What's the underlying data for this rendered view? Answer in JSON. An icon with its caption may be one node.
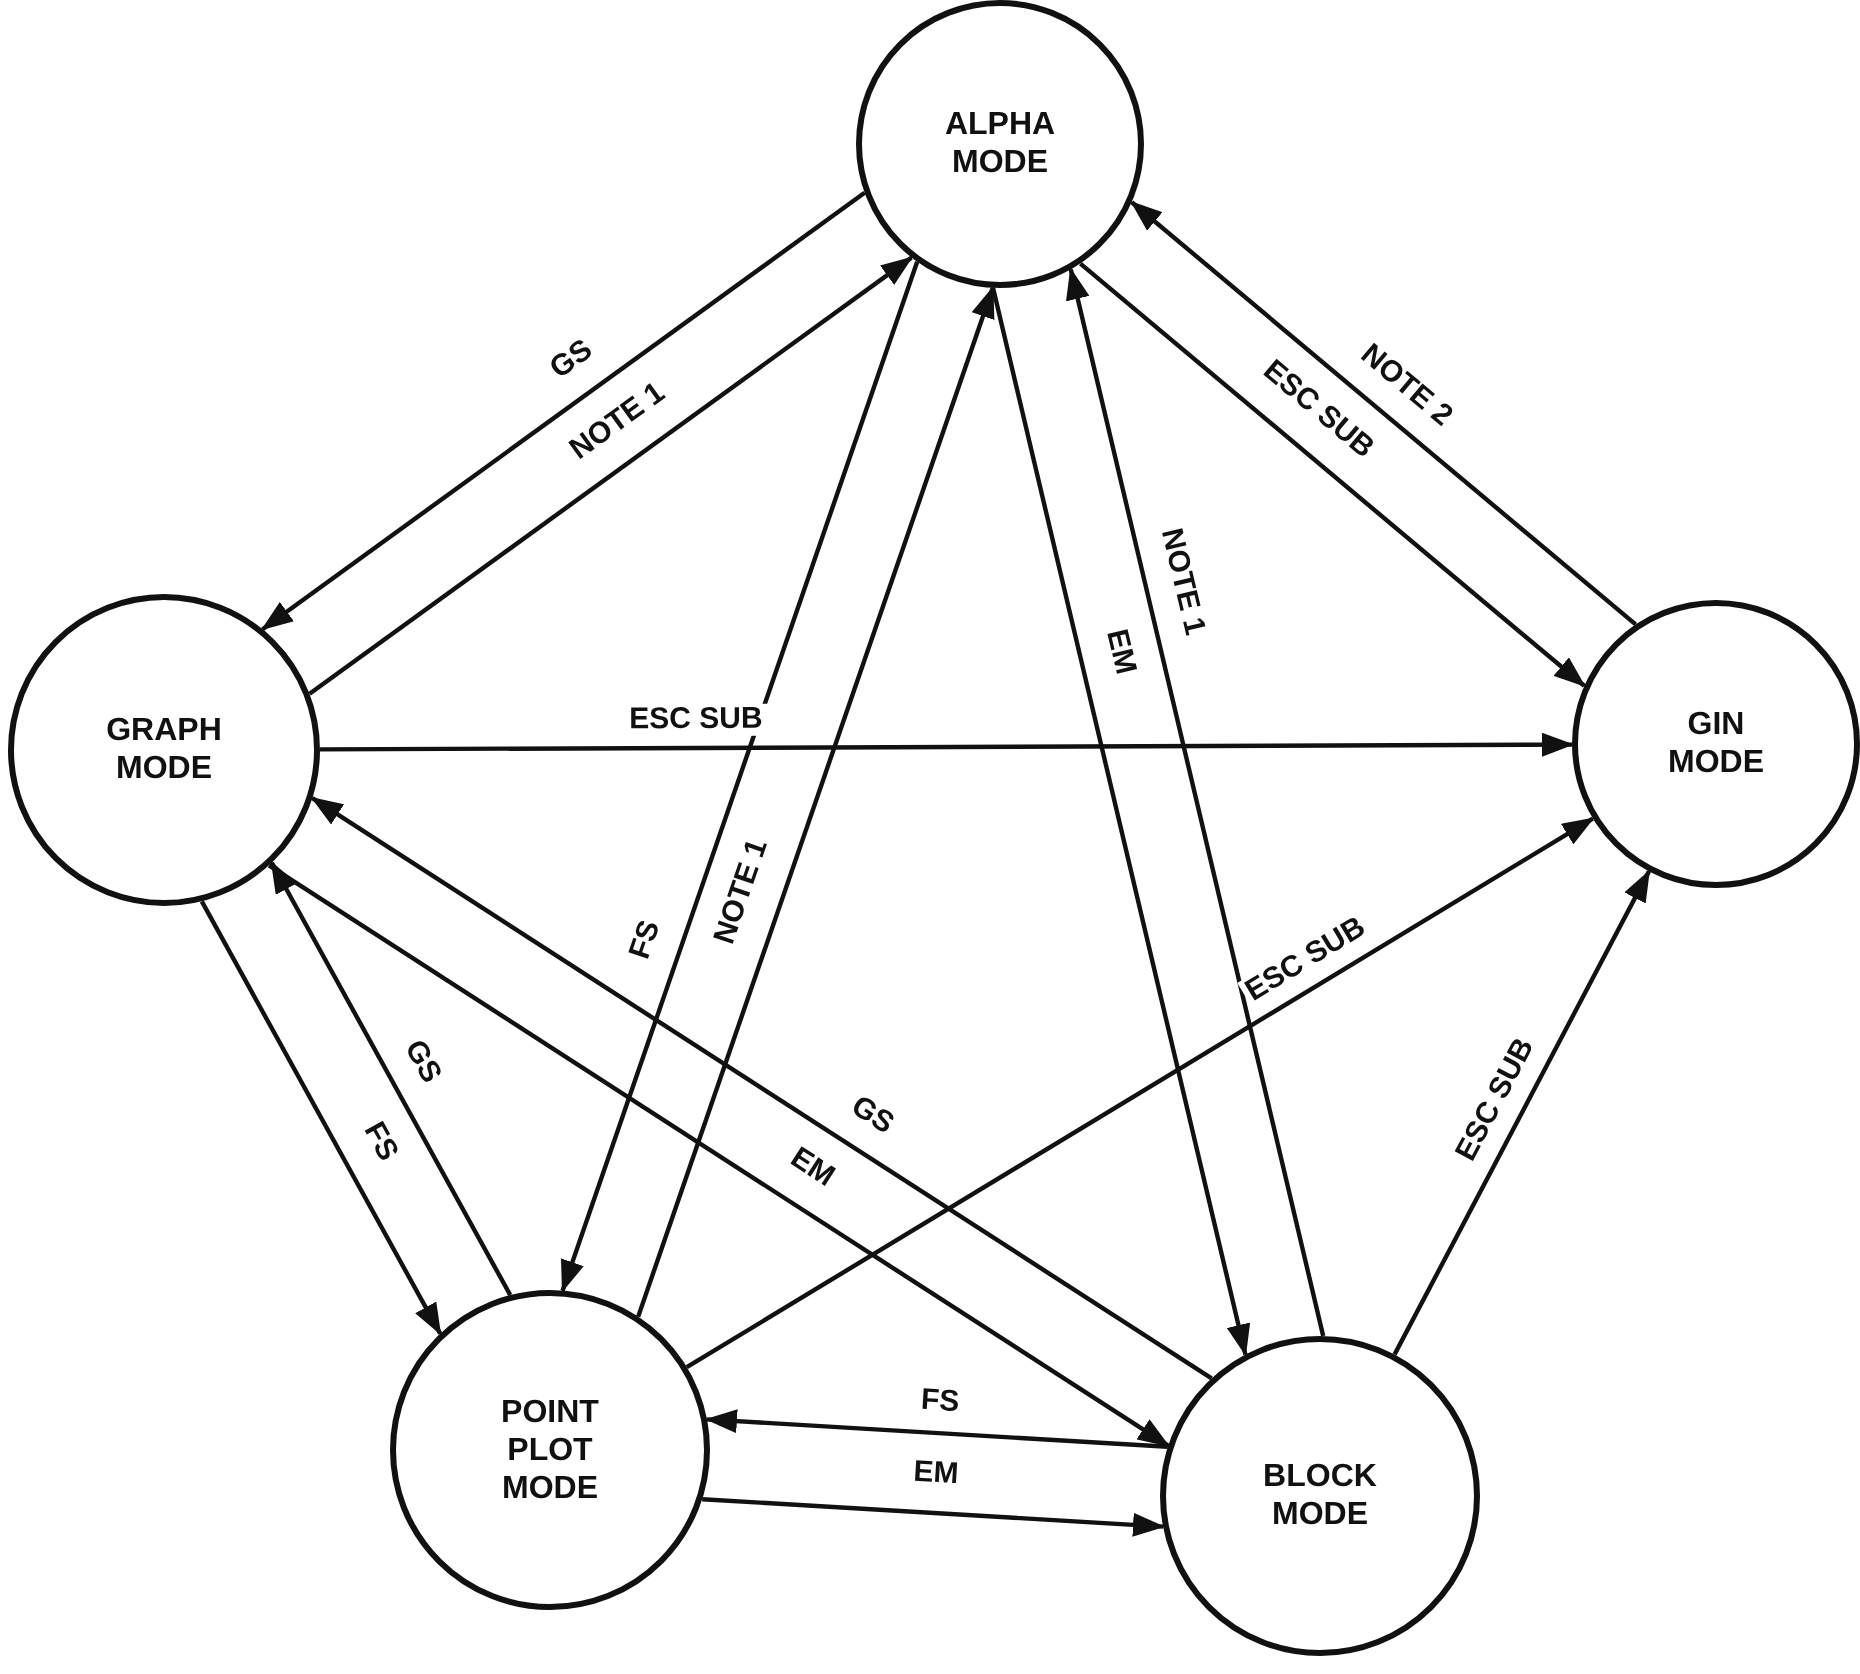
{
  "diagram": {
    "nodes": [
      {
        "text": [
          "ALPHA MODE"
        ]
      },
      {
        "text": [
          "GRAPH MODE"
        ]
      },
      {
        "text": [
          "GIN MODE"
        ]
      },
      {
        "text": [
          "POINT PLOT MODE"
        ]
      },
      {
        "text": [
          "BLOCK MODE"
        ]
      }
    ],
    "edges": [
      {
        "from": 0,
        "to": 1,
        "arrow": "to",
        "label": "GS"
      },
      {
        "from": 1,
        "to": 0,
        "arrow": "to",
        "label": "NOTE 1"
      },
      {
        "from": 1,
        "to": 2,
        "arrow": "to",
        "label": "ESC SUB"
      },
      {
        "from": 0,
        "to": 2,
        "arrow": "to",
        "label": "ESC SUB"
      },
      {
        "from": 2,
        "to": 0,
        "arrow": "to",
        "label": "NOTE 2"
      },
      {
        "from": 0,
        "to": 3,
        "arrow": "to",
        "label": "FS"
      },
      {
        "from": 3,
        "to": 0,
        "arrow": "to",
        "label": "NOTE 1"
      },
      {
        "from": 0,
        "to": 4,
        "arrow": "to",
        "label": "EM"
      },
      {
        "from": 4,
        "to": 0,
        "arrow": "to",
        "label": "NOTE 1"
      },
      {
        "from": 1,
        "to": 3,
        "arrow": "to",
        "label": "FS"
      },
      {
        "from": 3,
        "to": 1,
        "arrow": "to",
        "label": "GS"
      },
      {
        "from": 4,
        "to": 1,
        "arrow": "to",
        "label": "GS"
      },
      {
        "from": 1,
        "to": 4,
        "arrow": "to",
        "label": "EM"
      },
      {
        "from": 3,
        "to": 2,
        "arrow": "to",
        "label": "ESC SUB"
      },
      {
        "from": 4,
        "to": 2,
        "arrow": "to",
        "label": "ESC SUB"
      },
      {
        "from": 4,
        "to": 3,
        "arrow": "to",
        "label": "FS"
      },
      {
        "from": 3,
        "to": 4,
        "arrow": "to",
        "label": "EM"
      }
    ]
  }
}
